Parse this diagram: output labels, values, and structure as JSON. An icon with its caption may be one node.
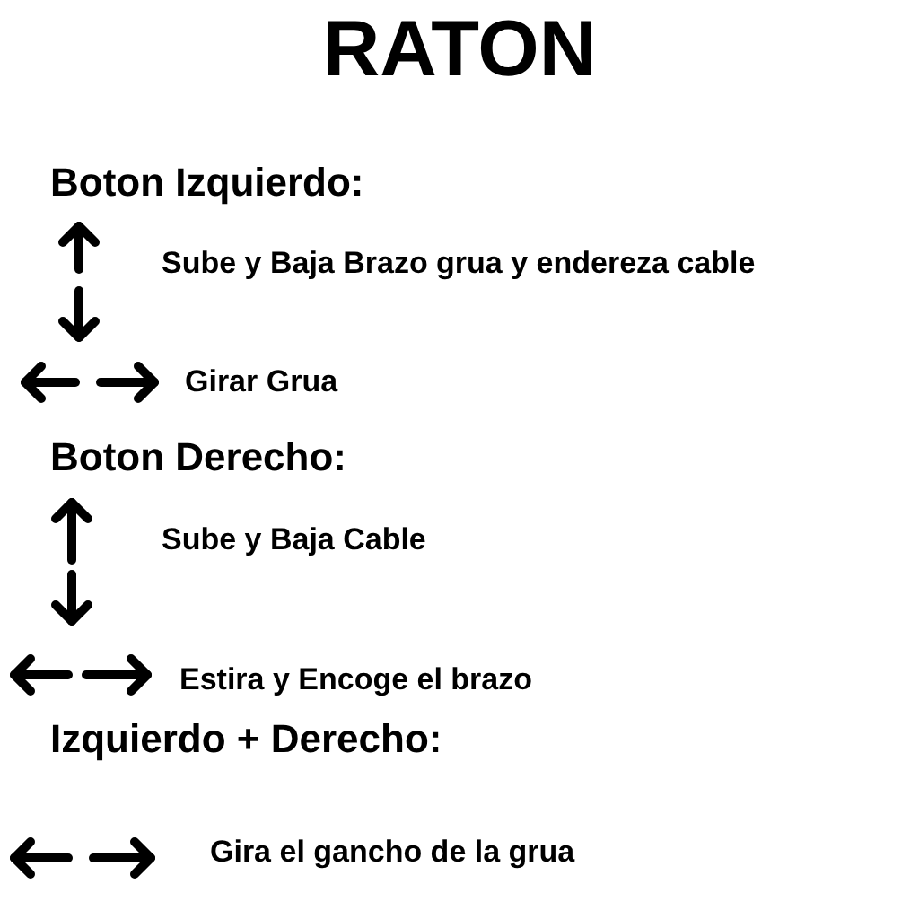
{
  "diagram": {
    "title": "RATON",
    "labels": [
      "Boton Izquierdo:",
      "Sube y Baja Brazo grua y endereza cable",
      "Girar Grua",
      "Boton Derecho:",
      "Sube y Baja Cable",
      "Estira y Encoge el brazo",
      "Izquierdo + Derecho:",
      "Gira el gancho de la grua"
    ]
  }
}
